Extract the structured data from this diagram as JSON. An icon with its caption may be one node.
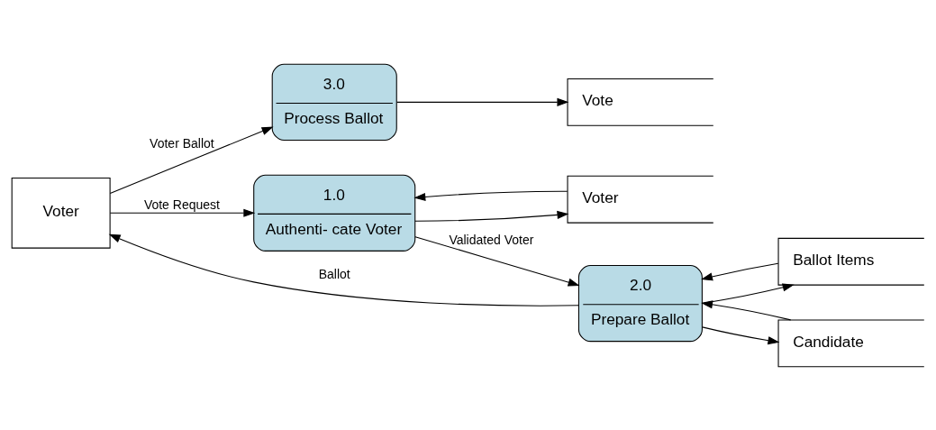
{
  "diagram": {
    "nodes": [
      {
        "text": [
          "Voter"
        ]
      },
      {
        "text": [
          "1.0",
          "Authenti- cate Voter"
        ]
      },
      {
        "text": [
          "Voter"
        ]
      },
      {
        "text": [
          "2.0",
          "Prepare Ballot"
        ]
      },
      {
        "text": [
          "3.0",
          "Process Ballot"
        ]
      },
      {
        "text": [
          "Vote"
        ]
      },
      {
        "text": [
          "Ballot Items"
        ]
      },
      {
        "text": [
          "Candidate"
        ]
      }
    ],
    "edges": [
      {
        "from": 0,
        "to": 1,
        "arrow": "to",
        "label": "Vote Request"
      },
      {
        "from": 1,
        "to": 2,
        "arrow": "to"
      },
      {
        "from": 2,
        "to": 1,
        "arrow": "to"
      },
      {
        "from": 1,
        "to": 3,
        "arrow": "to",
        "label": "Validated Voter"
      },
      {
        "from": 3,
        "to": 0,
        "arrow": "to",
        "label": "Ballot"
      },
      {
        "from": 0,
        "to": 4,
        "arrow": "to",
        "label": "Voter Ballot"
      },
      {
        "from": 4,
        "to": 5,
        "arrow": "to"
      },
      {
        "from": 6,
        "to": 3,
        "arrow": "to"
      },
      {
        "from": 3,
        "to": 6,
        "arrow": "to"
      },
      {
        "from": 3,
        "to": 7,
        "arrow": "to"
      },
      {
        "from": 7,
        "to": 3,
        "arrow": "to"
      }
    ]
  }
}
